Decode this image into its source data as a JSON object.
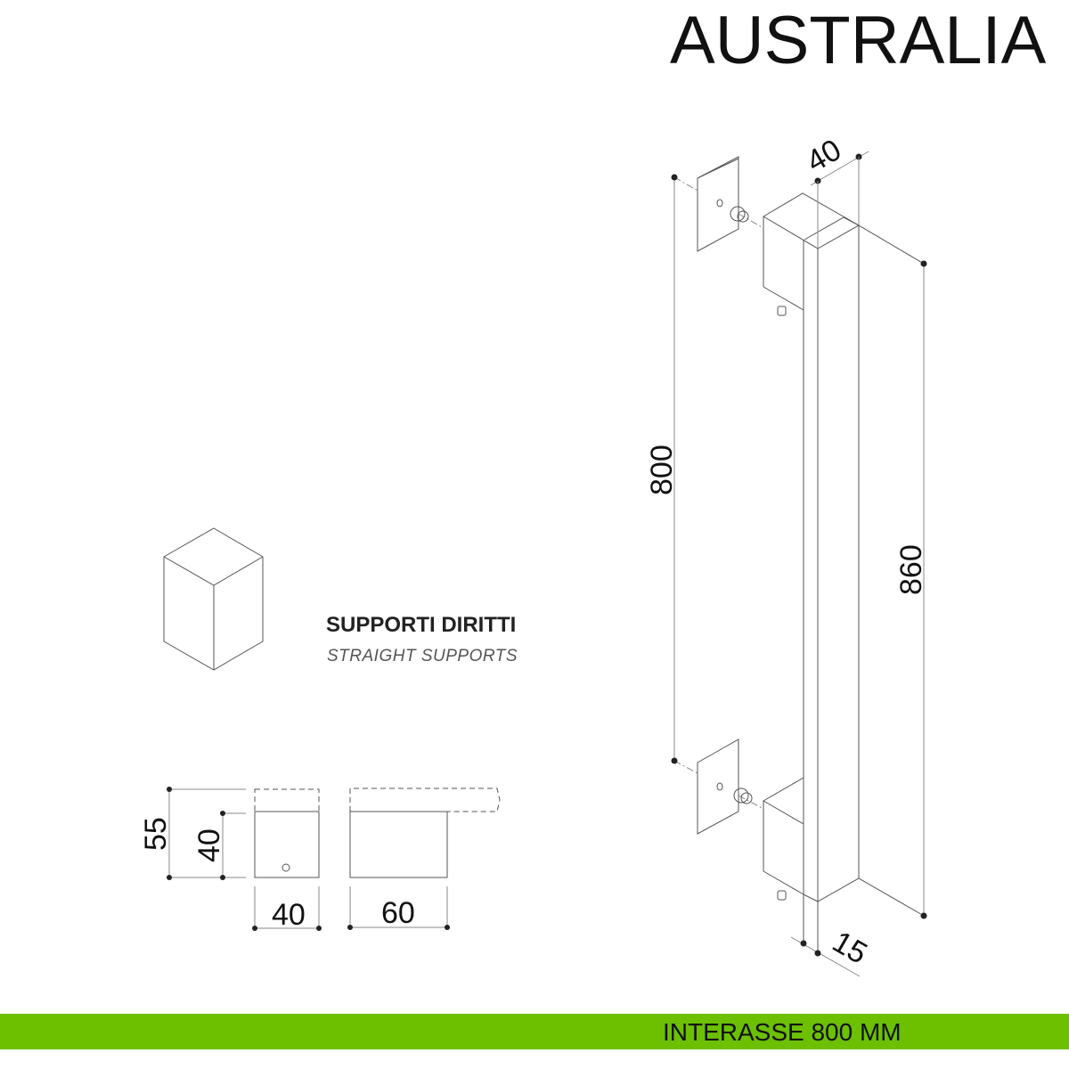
{
  "header": {
    "title": "AUSTRALIA"
  },
  "supports": {
    "title": "SUPPORTI DIRITTI",
    "subtitle": "STRAIGHT SUPPORTS"
  },
  "dimensions": {
    "bar_width": "40",
    "center_distance": "800",
    "total_length": "860",
    "offset": "15",
    "support_height_total": "55",
    "support_height": "40",
    "support_width": "40",
    "support_depth": "60"
  },
  "footer": {
    "label": "INTERASSE 800 MM",
    "color": "#6cc000"
  }
}
